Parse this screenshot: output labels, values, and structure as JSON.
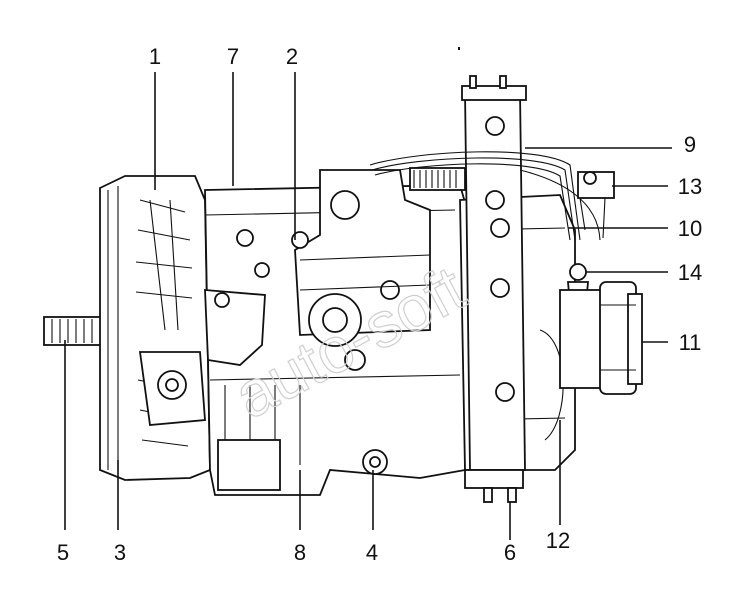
{
  "callouts": [
    {
      "id": "1",
      "label": "1"
    },
    {
      "id": "2",
      "label": "2"
    },
    {
      "id": "3",
      "label": "3"
    },
    {
      "id": "4",
      "label": "4"
    },
    {
      "id": "5",
      "label": "5"
    },
    {
      "id": "6",
      "label": "6"
    },
    {
      "id": "7",
      "label": "7"
    },
    {
      "id": "8",
      "label": "8"
    },
    {
      "id": "9",
      "label": "9"
    },
    {
      "id": "10",
      "label": "10"
    },
    {
      "id": "11",
      "label": "11"
    },
    {
      "id": "12",
      "label": "12"
    },
    {
      "id": "13",
      "label": "13"
    },
    {
      "id": "14",
      "label": "14"
    }
  ],
  "watermark": "auto-soft",
  "colors": {
    "ink": "#111111",
    "background": "#ffffff"
  }
}
